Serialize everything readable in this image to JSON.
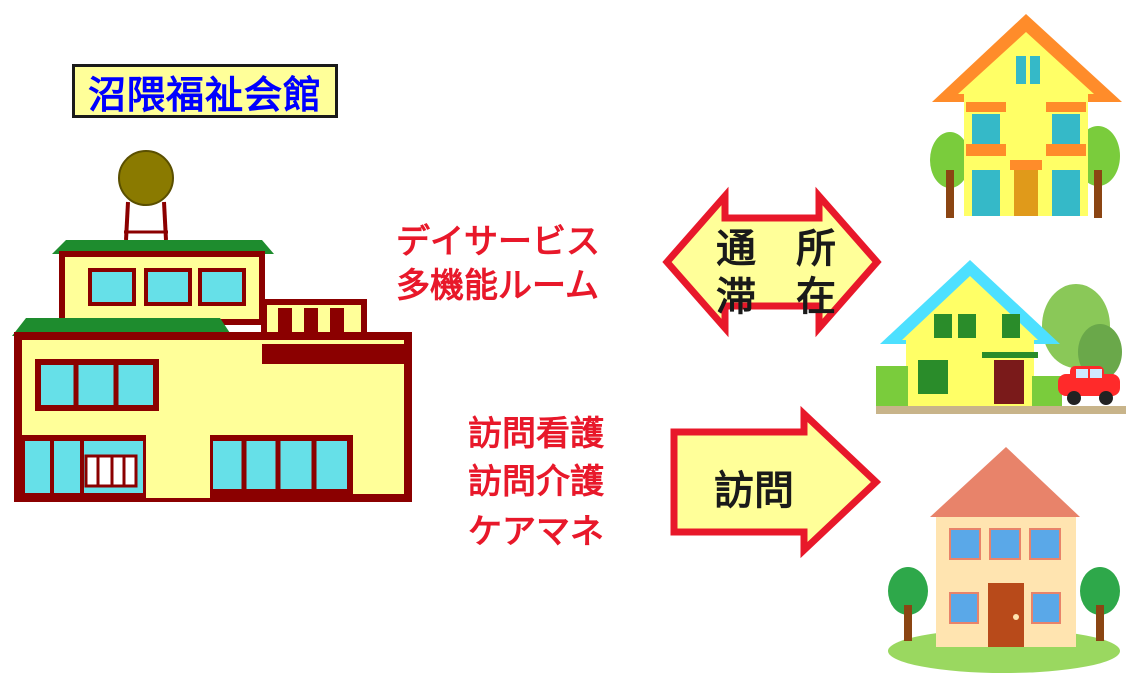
{
  "facility": {
    "name": "沼隈福祉会館"
  },
  "services": {
    "day_service": "デイサービス",
    "multi_function_room": "多機能ルーム",
    "home_nursing": "訪問看護",
    "home_care": "訪問介護",
    "care_manager": "ケアマネ"
  },
  "arrows": {
    "commute": "通　所",
    "stay": "滞　在",
    "visit": "訪問"
  },
  "colors": {
    "title_bg": "#ffff99",
    "title_text": "#0000ff",
    "service_text": "#e8182a",
    "arrow_fill": "#ffff99",
    "arrow_border": "#e8182a",
    "building_wall": "#ffff99",
    "building_trim": "#8b0000",
    "roof_green": "#1e8c2e",
    "window": "#66e0e8"
  }
}
